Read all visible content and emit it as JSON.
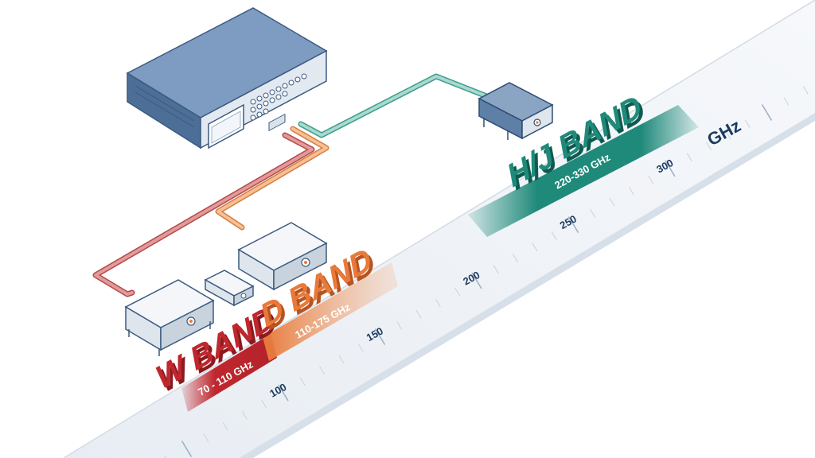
{
  "scale": {
    "unit": "GHz",
    "ticks": [
      {
        "label": "100",
        "value": 100
      },
      {
        "label": "150",
        "value": 150
      },
      {
        "label": "200",
        "value": 200
      },
      {
        "label": "250",
        "value": 250
      },
      {
        "label": "300",
        "value": 300
      }
    ]
  },
  "bands": [
    {
      "title": "W BAND",
      "range": "70 - 110 GHz",
      "color": "#c0272d",
      "start": 70,
      "end": 110
    },
    {
      "title": "D BAND",
      "range": "110-175 GHz",
      "color": "#e8793a",
      "start": 110,
      "end": 175
    },
    {
      "title": "H/J BAND",
      "range": "220-330 GHz",
      "color": "#1f8a7a",
      "start": 220,
      "end": 330
    }
  ],
  "colors": {
    "ruler_surface": "#eef2f7",
    "ruler_edge": "#c9d3df",
    "instrument_body": "#5e7fa6",
    "instrument_front": "#dfe6ee",
    "module_body": "#e4e9ef",
    "cable_red": "#d98b8b",
    "cable_orange": "#f0ad7a",
    "cable_teal": "#7fc0b3"
  },
  "icons": [
    "vector-network-analyzer",
    "frequency-extender-module",
    "calibration-adapter"
  ]
}
